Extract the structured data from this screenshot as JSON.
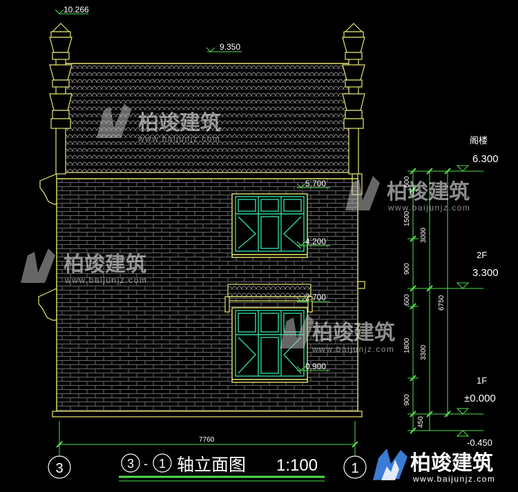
{
  "colors": {
    "background": "#000000",
    "outline": "#e8e870",
    "text": "#ffffff",
    "window": "#2fd6a0",
    "dim": "#4fe04f",
    "grid": "#707070",
    "roof": "#8a8a8a",
    "wall_brick": "#6a6a6a",
    "watermark": "#ffffff"
  },
  "elevation_marks": {
    "ridge_top": "10.266",
    "eave": "9.350",
    "win2_top": "5.700",
    "win2_sill": "4.200",
    "win1_top": "2.700",
    "win1_sill": "0.900",
    "ground": "-0.450"
  },
  "floor_levels": {
    "attic_label": "阁楼",
    "attic_value": "6.300",
    "f2_label": "2F",
    "f2_value": "3.300",
    "f1_label": "1F",
    "f1_value": "±0.000"
  },
  "dims_vertical": [
    "600",
    "1500",
    "900",
    "600",
    "1800",
    "900",
    "450"
  ],
  "dims_mid": [
    "3000",
    "3300"
  ],
  "dim_total": "6750",
  "dim_width": "7760",
  "axes": {
    "left": "3",
    "right": "1"
  },
  "title": {
    "axis_from": "3",
    "dash": "-",
    "axis_to": "1",
    "name": "轴立面图",
    "scale": "1:100"
  },
  "watermark": {
    "brand": "柏竣建筑",
    "url": "www.baijunjz.com"
  },
  "logo": {
    "brand": "柏竣建筑",
    "url": "www.baijunjz.com"
  }
}
